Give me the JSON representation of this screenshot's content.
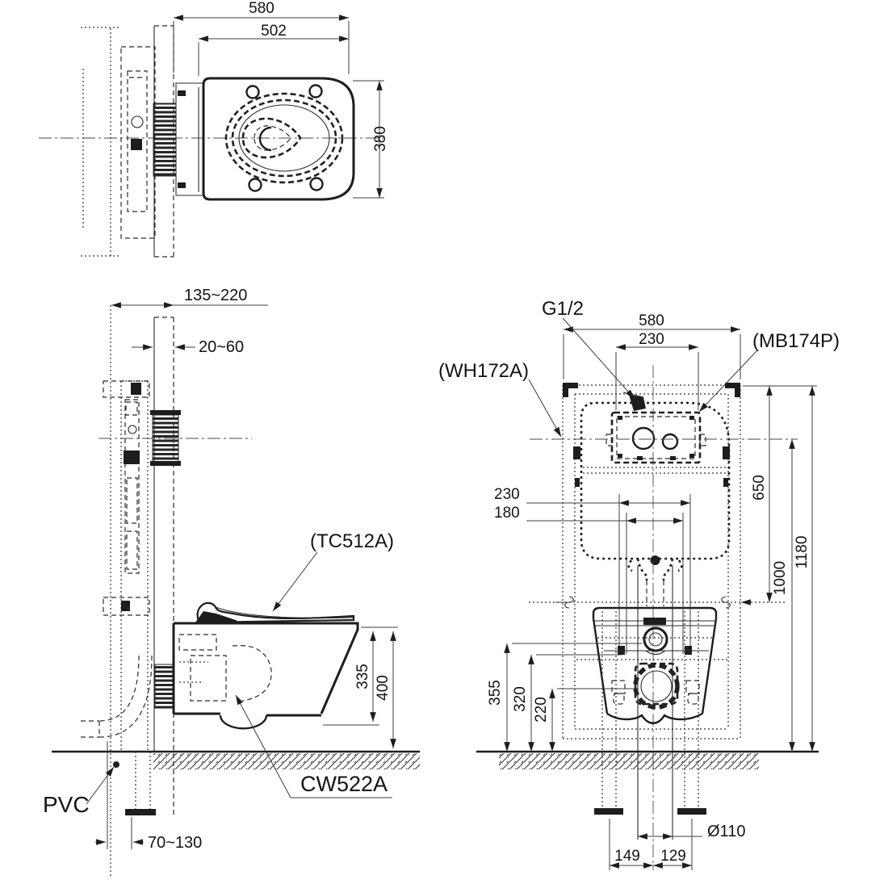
{
  "drawing": {
    "top_view": {
      "dim_overall_width": "580",
      "dim_seat_width": "502",
      "dim_depth": "380"
    },
    "side_view": {
      "dim_install_depth": "135~220",
      "dim_wall_finish": "20~60",
      "label_seat": "(TC512A)",
      "dim_bowl_height": "335",
      "dim_rim_height": "400",
      "label_pipe_material": "PVC",
      "label_bowl_model": "CW522A",
      "dim_outlet_offset": "70~130"
    },
    "front_view": {
      "label_water_inlet": "G1/2",
      "dim_frame_width": "580",
      "dim_plate_width": "230",
      "label_flush_plate": "(MB174P)",
      "label_frame_model": "(WH172A)",
      "dim_bolt_span_outer": "230",
      "dim_bolt_span_inner": "180",
      "dim_top_to_rim": "650",
      "dim_plate_center_height": "1000",
      "dim_frame_height": "1180",
      "dim_inlet_height": "355",
      "dim_bolt_height": "320",
      "dim_outlet_height": "220",
      "dim_drain_diameter": "Ø110",
      "dim_foot_left": "149",
      "dim_foot_right": "129"
    }
  }
}
